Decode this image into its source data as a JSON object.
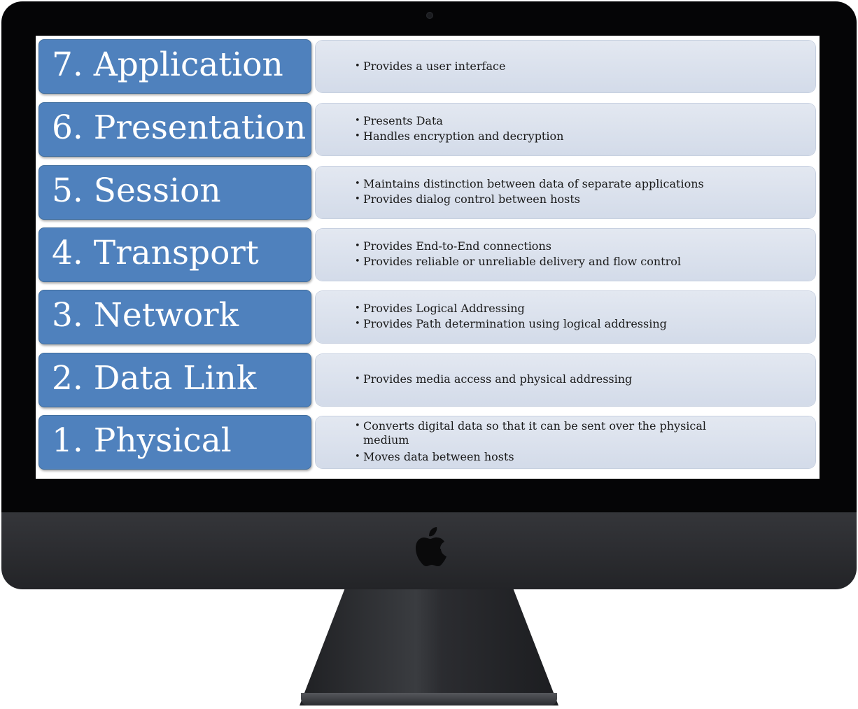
{
  "layers": [
    {
      "label": "7. Application",
      "points": [
        "Provides a user interface"
      ]
    },
    {
      "label": "6. Presentation",
      "points": [
        "Presents Data",
        "Handles encryption and decryption"
      ]
    },
    {
      "label": "5. Session",
      "points": [
        "Maintains distinction between data of separate applications",
        "Provides dialog control between hosts"
      ]
    },
    {
      "label": "4. Transport",
      "points": [
        "Provides End-to-End connections",
        "Provides reliable or unreliable delivery and flow control"
      ]
    },
    {
      "label": "3. Network",
      "points": [
        "Provides Logical Addressing",
        "Provides Path determination using logical addressing"
      ]
    },
    {
      "label": "2. Data Link",
      "points": [
        "Provides media access and physical addressing"
      ]
    },
    {
      "label": "1. Physical",
      "points": [
        "Converts digital data so that it can be sent over the physical medium",
        "Moves data between hosts"
      ]
    }
  ],
  "colors": {
    "label_fill": "#4f81bd",
    "description_fill": "#d9e0ec",
    "bezel": "#050506",
    "body": "#2c2d31"
  },
  "icons": {
    "logo": "apple-logo-icon",
    "camera": "camera-icon"
  }
}
